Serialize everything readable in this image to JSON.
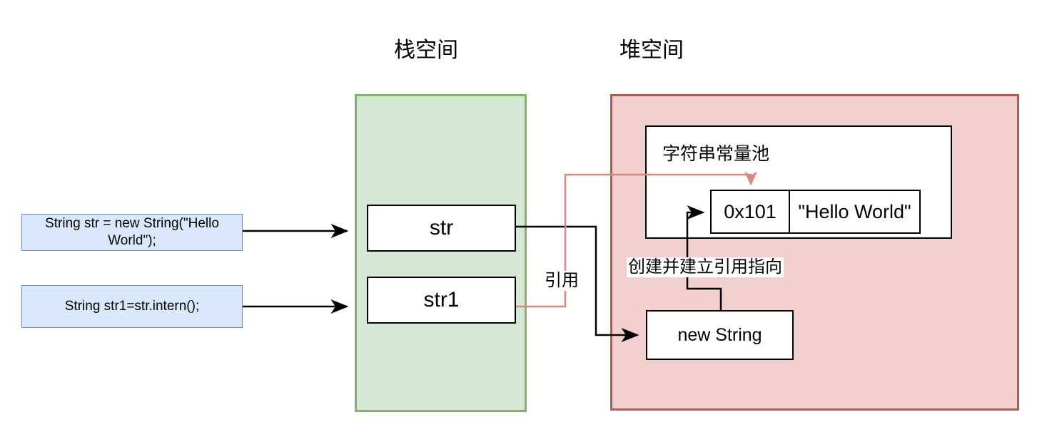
{
  "diagram": {
    "title_stack": "栈空间",
    "title_heap": "堆空间",
    "code_statements": [
      "String str = new String(\"Hello World\");",
      "String str1=str.intern();"
    ],
    "stack_variables": [
      {
        "name": "str"
      },
      {
        "name": "str1"
      }
    ],
    "heap": {
      "pool_title": "字符串常量池",
      "pool_entry": {
        "address": "0x101",
        "value": "\"Hello World\""
      },
      "object_label": "new String"
    },
    "edge_labels": {
      "reference": "引用",
      "create_and_link": "创建并建立引用指向"
    },
    "colors": {
      "stack_fill": "#d5e8d4",
      "stack_stroke": "#82b366",
      "heap_fill": "#f2d0cd",
      "heap_stroke": "#b05a55",
      "code_fill": "#dae8fc",
      "code_stroke": "#6c8ebf",
      "edge_black": "#000000",
      "edge_red": "#d98880"
    }
  }
}
